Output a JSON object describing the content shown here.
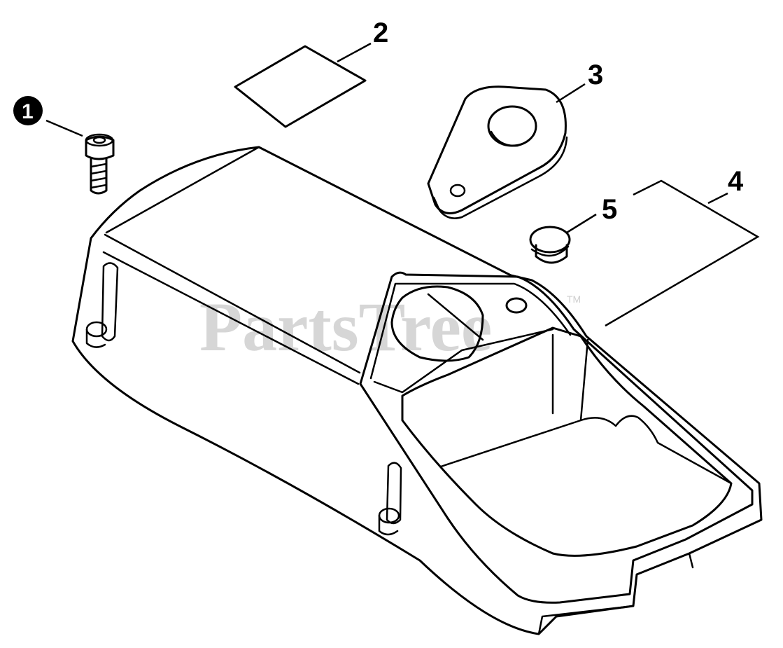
{
  "watermark": {
    "text": "PartsTree",
    "trademark": "TM"
  },
  "callouts": [
    {
      "id": "1",
      "label": "1",
      "filled": true
    },
    {
      "id": "2",
      "label": "2",
      "filled": false
    },
    {
      "id": "3",
      "label": "3",
      "filled": false
    },
    {
      "id": "4",
      "label": "4",
      "filled": false
    },
    {
      "id": "5",
      "label": "5",
      "filled": false
    }
  ],
  "colors": {
    "line": "#000000",
    "background": "#ffffff",
    "watermark": "#cfcfcf"
  }
}
